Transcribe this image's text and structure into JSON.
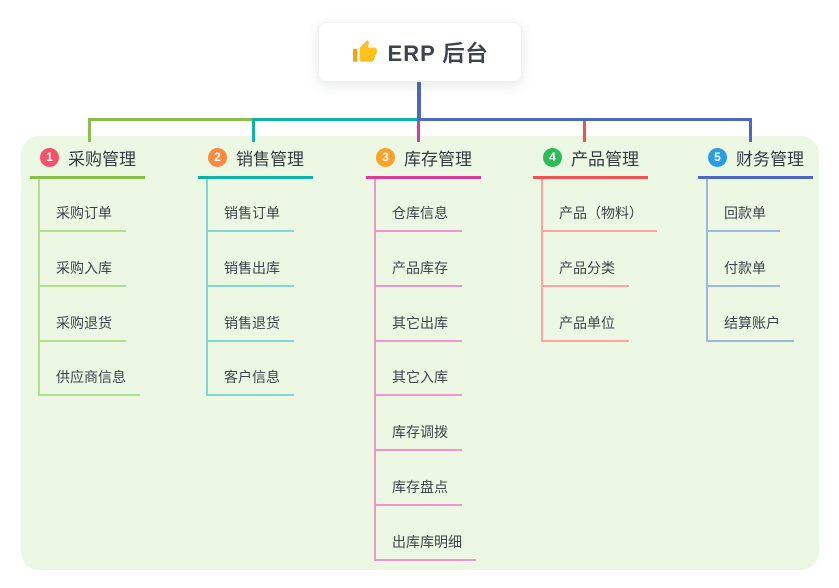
{
  "root": {
    "label": "ERP 后台",
    "icon": "thumbs-up-icon"
  },
  "branches": [
    {
      "badge": "1",
      "label": "采购管理",
      "badge_color": "#f4526b",
      "line_color": "#8ac04a",
      "child_line_color": "#b6de92",
      "children": [
        "采购订单",
        "采购入库",
        "采购退货",
        "供应商信息"
      ]
    },
    {
      "badge": "2",
      "label": "销售管理",
      "badge_color": "#fb8a40",
      "line_color": "#10b3a8",
      "child_line_color": "#7fd9cf",
      "children": [
        "销售订单",
        "销售出库",
        "销售退货",
        "客户信息"
      ]
    },
    {
      "badge": "3",
      "label": "库存管理",
      "badge_color": "#faa327",
      "line_color": "#de3a97",
      "child_line_color": "#ef97cd",
      "children": [
        "仓库信息",
        "产品库存",
        "其它出库",
        "其它入库",
        "库存调拨",
        "库存盘点",
        "出库库明细"
      ]
    },
    {
      "badge": "4",
      "label": "产品管理",
      "badge_color": "#2cbd57",
      "line_color": "#f25352",
      "child_line_color": "#ffa2a1",
      "children": [
        "产品（物料）",
        "产品分类",
        "产品单位"
      ]
    },
    {
      "badge": "5",
      "label": "财务管理",
      "badge_color": "#2b9de4",
      "line_color": "#4a69c6",
      "child_line_color": "#9db6e4",
      "children": [
        "回款单",
        "付款单",
        "结算账户"
      ]
    }
  ],
  "colors": {
    "root_connector": "#4a69c6",
    "panel_bg": "#ecf7e4",
    "thumb_hand": "#fcc21b",
    "thumb_cuff": "#f0a217"
  }
}
